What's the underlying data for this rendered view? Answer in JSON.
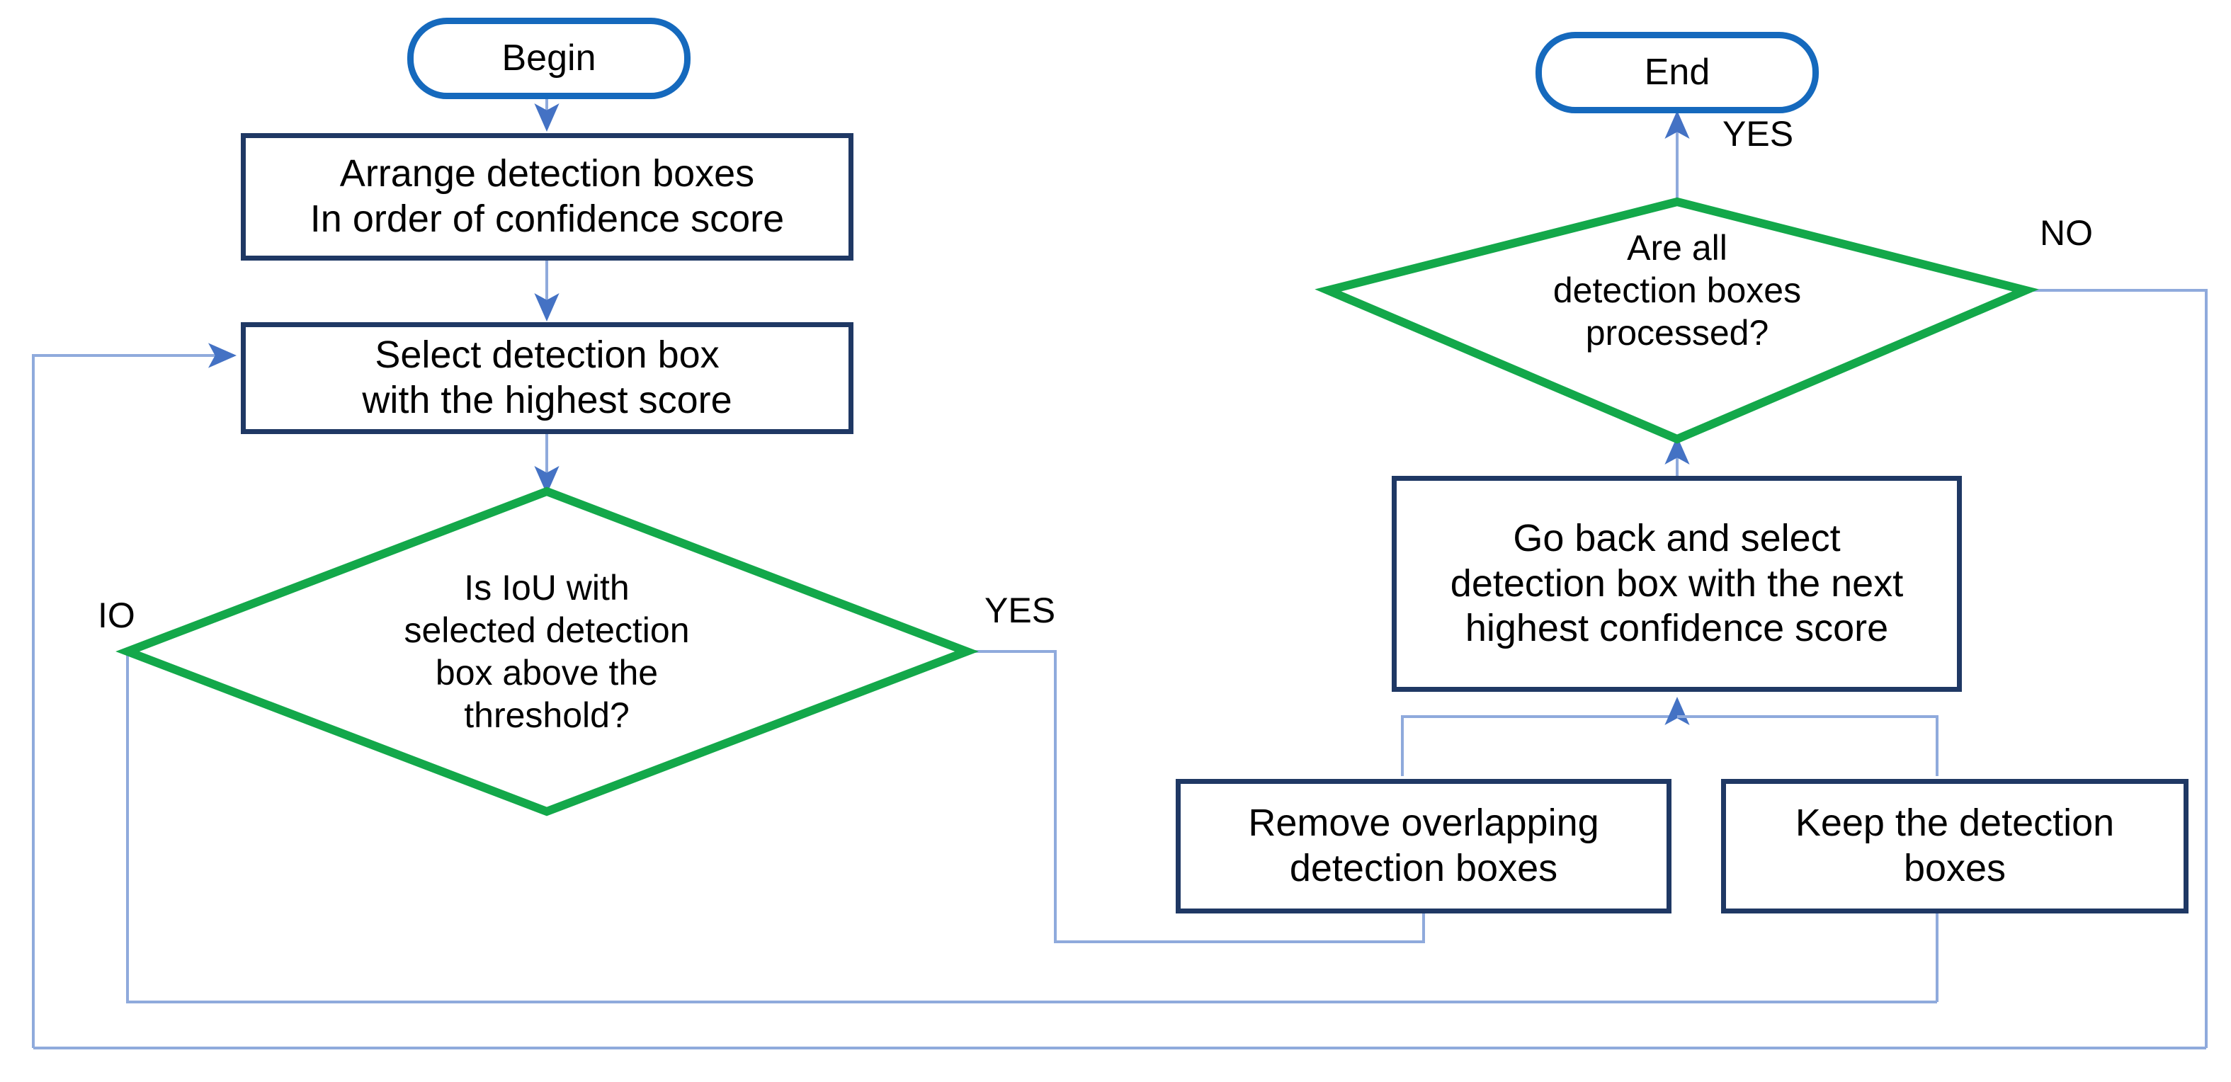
{
  "diagram": {
    "title": "Non-Maximum Suppression (NMS) flowchart",
    "colors": {
      "terminator_border": "#1569bd",
      "process_border": "#1f3864",
      "decision_border": "#13a84a",
      "connector": "#8faadc",
      "arrowhead": "#4472c4",
      "text": "#000000",
      "background": "#ffffff"
    },
    "nodes": {
      "begin": {
        "label": "Begin",
        "shape": "terminator"
      },
      "end": {
        "label": "End",
        "shape": "terminator"
      },
      "arrange": {
        "label": "Arrange detection boxes\nIn order of confidence score",
        "shape": "process"
      },
      "select_highest": {
        "label": "Select detection box\nwith the highest score",
        "shape": "process"
      },
      "iou_decision": {
        "label": "Is IoU with\nselected detection\nbox above the\nthreshold?",
        "shape": "decision"
      },
      "all_processed_decision": {
        "label": "Are all\ndetection boxes\nprocessed?",
        "shape": "decision"
      },
      "go_back": {
        "label": "Go back and select\ndetection box with the next\nhighest confidence score",
        "shape": "process"
      },
      "remove_overlapping": {
        "label": "Remove overlapping\ndetection boxes",
        "shape": "process"
      },
      "keep_boxes": {
        "label": "Keep the detection\nboxes",
        "shape": "process"
      }
    },
    "edge_labels": {
      "iou_no": "IO",
      "iou_yes": "YES",
      "processed_yes": "YES",
      "processed_no": "NO"
    }
  }
}
